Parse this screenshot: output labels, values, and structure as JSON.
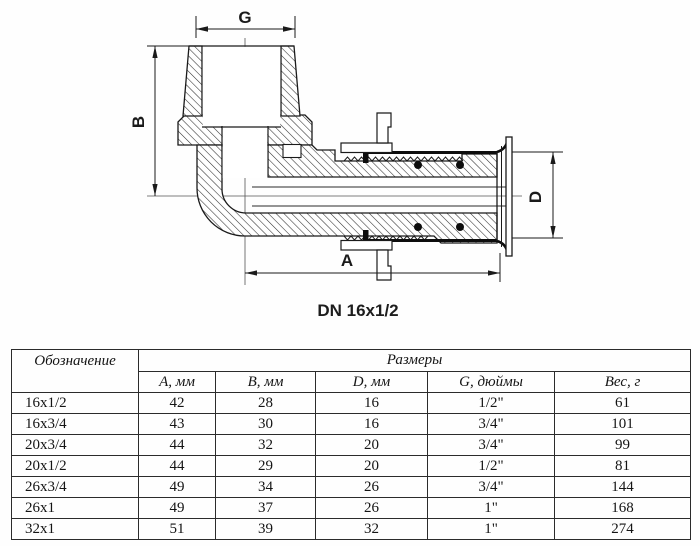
{
  "drawing": {
    "caption": "DN 16x1/2",
    "dim_labels": {
      "g": "G",
      "b": "B",
      "d": "D",
      "a": "A"
    }
  },
  "table": {
    "designation_header": "Обозначение",
    "sizes_header": "Размеры",
    "columns": [
      "A, мм",
      "B, мм",
      "D, мм",
      "G, дюймы",
      "Вес, г"
    ],
    "rows": [
      {
        "name": "16x1/2",
        "a": "42",
        "b": "28",
        "d": "16",
        "g": "1/2\"",
        "w": "61"
      },
      {
        "name": "16x3/4",
        "a": "43",
        "b": "30",
        "d": "16",
        "g": "3/4\"",
        "w": "101"
      },
      {
        "name": "20x3/4",
        "a": "44",
        "b": "32",
        "d": "20",
        "g": "3/4\"",
        "w": "99"
      },
      {
        "name": "20x1/2",
        "a": "44",
        "b": "29",
        "d": "20",
        "g": "1/2\"",
        "w": "81"
      },
      {
        "name": "26x3/4",
        "a": "49",
        "b": "34",
        "d": "26",
        "g": "3/4\"",
        "w": "144"
      },
      {
        "name": "26x1",
        "a": "49",
        "b": "37",
        "d": "26",
        "g": "1\"",
        "w": "168"
      },
      {
        "name": "32x1",
        "a": "51",
        "b": "39",
        "d": "32",
        "g": "1\"",
        "w": "274"
      }
    ]
  }
}
